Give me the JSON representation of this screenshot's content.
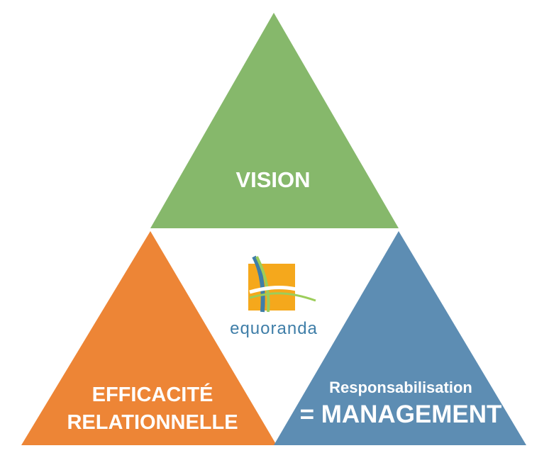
{
  "nodes": {
    "vision": {
      "label": "VISION",
      "color": "#86b86b"
    },
    "efficacite": {
      "line1": "EFFICACITÉ",
      "line2": "RELATIONNELLE",
      "color": "#ed8536"
    },
    "responsabilisation": {
      "line1": "Responsabilisation",
      "line2": "= MANAGEMENT",
      "color": "#5d8db3"
    }
  },
  "logo": {
    "wordmark": "equoranda",
    "square_color": "#f5a81c",
    "accent_color": "#3f7ea8"
  },
  "colors": {
    "background": "#ffffff",
    "text": "#ffffff"
  }
}
